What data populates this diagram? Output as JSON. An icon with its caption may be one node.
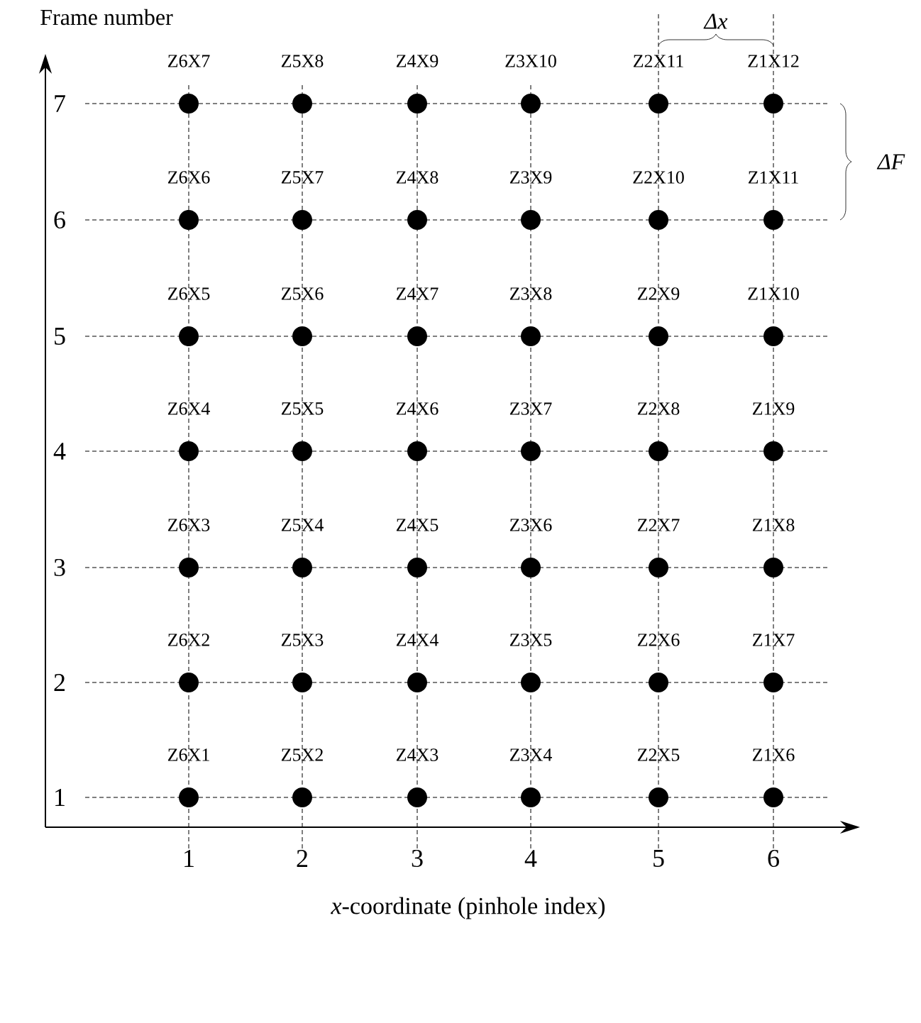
{
  "diagram": {
    "nodes": [
      {
        "text": [],
        "shape": "circle",
        "beside": [
          "Z6X7"
        ]
      },
      {
        "text": [],
        "shape": "circle",
        "beside": [
          "Z5X8"
        ]
      },
      {
        "text": [],
        "shape": "circle",
        "beside": [
          "Z4X9"
        ]
      },
      {
        "text": [],
        "shape": "circle",
        "beside": [
          "Z3X10"
        ]
      },
      {
        "text": [],
        "shape": "circle",
        "beside": [
          "Z2X11"
        ]
      },
      {
        "text": [],
        "shape": "circle",
        "beside": [
          "Z1X12"
        ]
      },
      {
        "text": [],
        "shape": "circle",
        "beside": [
          "Z6X6"
        ]
      },
      {
        "text": [],
        "shape": "circle",
        "beside": [
          "Z5X7"
        ]
      },
      {
        "text": [],
        "shape": "circle",
        "beside": [
          "Z4X8"
        ]
      },
      {
        "text": [],
        "shape": "circle",
        "beside": [
          "Z3X9"
        ]
      },
      {
        "text": [],
        "shape": "circle",
        "beside": [
          "Z2X10"
        ]
      },
      {
        "text": [],
        "shape": "circle",
        "beside": [
          "Z1X11"
        ]
      },
      {
        "text": [],
        "shape": "circle",
        "beside": [
          "Z6X5"
        ]
      },
      {
        "text": [],
        "shape": "circle",
        "beside": [
          "Z5X6"
        ]
      },
      {
        "text": [],
        "shape": "circle",
        "beside": [
          "Z4X7"
        ]
      },
      {
        "text": [],
        "shape": "circle",
        "beside": [
          "Z3X8"
        ]
      },
      {
        "text": [],
        "shape": "circle",
        "beside": [
          "Z2X9"
        ]
      },
      {
        "text": [],
        "shape": "circle",
        "beside": [
          "Z1X10"
        ]
      },
      {
        "text": [],
        "shape": "circle",
        "beside": [
          "Z6X4"
        ]
      },
      {
        "text": [],
        "shape": "circle",
        "beside": [
          "Z5X5"
        ]
      },
      {
        "text": [],
        "shape": "circle",
        "beside": [
          "Z4X6"
        ]
      },
      {
        "text": [],
        "shape": "circle",
        "beside": [
          "Z3X7"
        ]
      },
      {
        "text": [],
        "shape": "circle",
        "beside": [
          "Z2X8"
        ]
      },
      {
        "text": [],
        "shape": "circle",
        "beside": [
          "Z1X9"
        ]
      },
      {
        "text": [],
        "shape": "circle",
        "beside": [
          "Z6X3"
        ]
      },
      {
        "text": [],
        "shape": "circle",
        "beside": [
          "Z5X4"
        ]
      },
      {
        "text": [],
        "shape": "circle",
        "beside": [
          "Z4X5"
        ]
      },
      {
        "text": [],
        "shape": "circle",
        "beside": [
          "Z3X6"
        ]
      },
      {
        "text": [],
        "shape": "circle",
        "beside": [
          "Z2X7"
        ]
      },
      {
        "text": [],
        "shape": "circle",
        "beside": [
          "Z1X8"
        ]
      },
      {
        "text": [],
        "shape": "circle",
        "beside": [
          "Z6X2"
        ]
      },
      {
        "text": [],
        "shape": "circle",
        "beside": [
          "Z5X3"
        ]
      },
      {
        "text": [],
        "shape": "circle",
        "beside": [
          "Z4X4"
        ]
      },
      {
        "text": [],
        "shape": "circle",
        "beside": [
          "Z3X5"
        ]
      },
      {
        "text": [],
        "shape": "circle",
        "beside": [
          "Z2X6"
        ]
      },
      {
        "text": [],
        "shape": "circle",
        "beside": [
          "Z1X7"
        ]
      },
      {
        "text": [],
        "shape": "circle",
        "beside": [
          "Z6X1"
        ]
      },
      {
        "text": [],
        "shape": "circle",
        "beside": [
          "Z5X2"
        ]
      },
      {
        "text": [],
        "shape": "circle",
        "beside": [
          "Z4X3"
        ]
      },
      {
        "text": [],
        "shape": "circle",
        "beside": [
          "Z3X4"
        ]
      },
      {
        "text": [],
        "shape": "circle",
        "beside": [
          "Z2X5"
        ]
      },
      {
        "text": [],
        "shape": "circle",
        "beside": [
          "Z1X6"
        ]
      }
    ],
    "labels": [
      "Frame number",
      "Δx",
      "ΔF",
      "7",
      "6",
      "5",
      "4",
      "3",
      "2",
      "1",
      "1",
      "2",
      "3",
      "4",
      "5",
      "6",
      "*x*-coordinate (pinhole index)"
    ]
  }
}
